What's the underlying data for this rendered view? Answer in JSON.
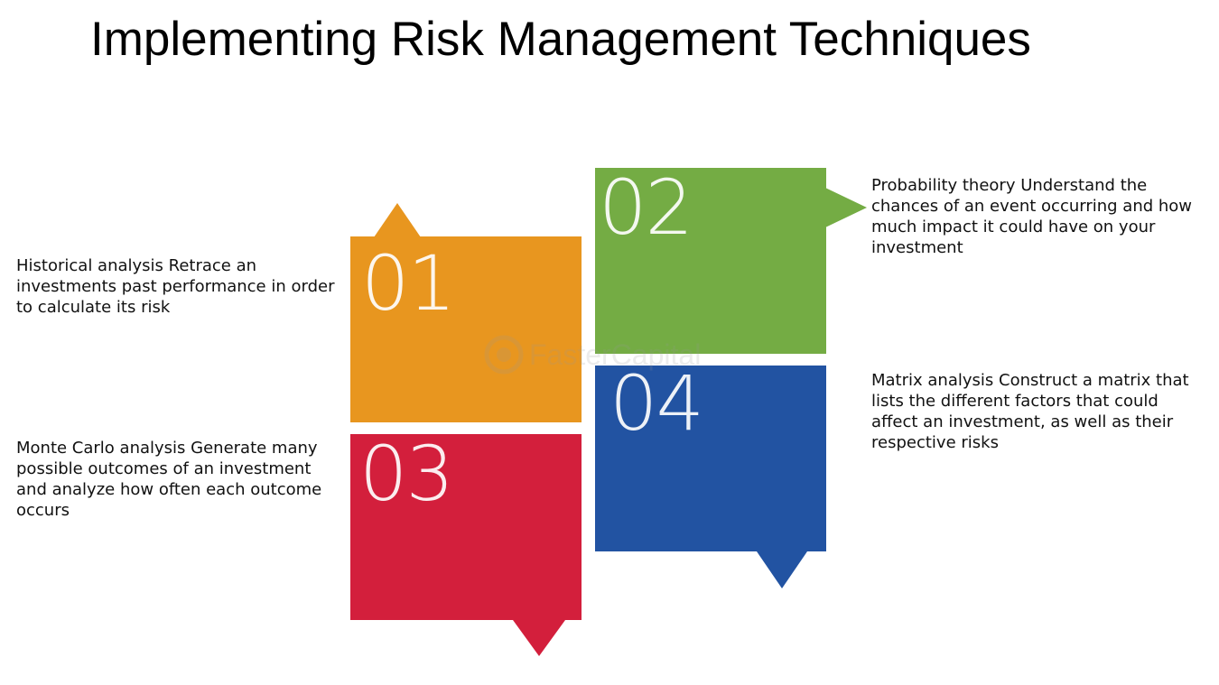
{
  "title": "Implementing Risk Management Techniques",
  "colors": {
    "block_01": "#E8961F",
    "block_02": "#74AC44",
    "block_03": "#D31F3C",
    "block_04": "#2253A2"
  },
  "steps": [
    {
      "number": "01",
      "text": "Historical analysis  Retrace an investments past performance in order to calculate its risk"
    },
    {
      "number": "02",
      "text": "Probability theory  Understand the chances of an event occurring and how much impact it could have on your investment"
    },
    {
      "number": "03",
      "text": "Monte Carlo analysis  Generate many possible outcomes of an investment and analyze how often each outcome occurs"
    },
    {
      "number": "04",
      "text": "Matrix analysis  Construct a matrix that lists the different factors that could affect an investment, as well as their respective risks"
    }
  ],
  "watermark": "FasterCapital"
}
